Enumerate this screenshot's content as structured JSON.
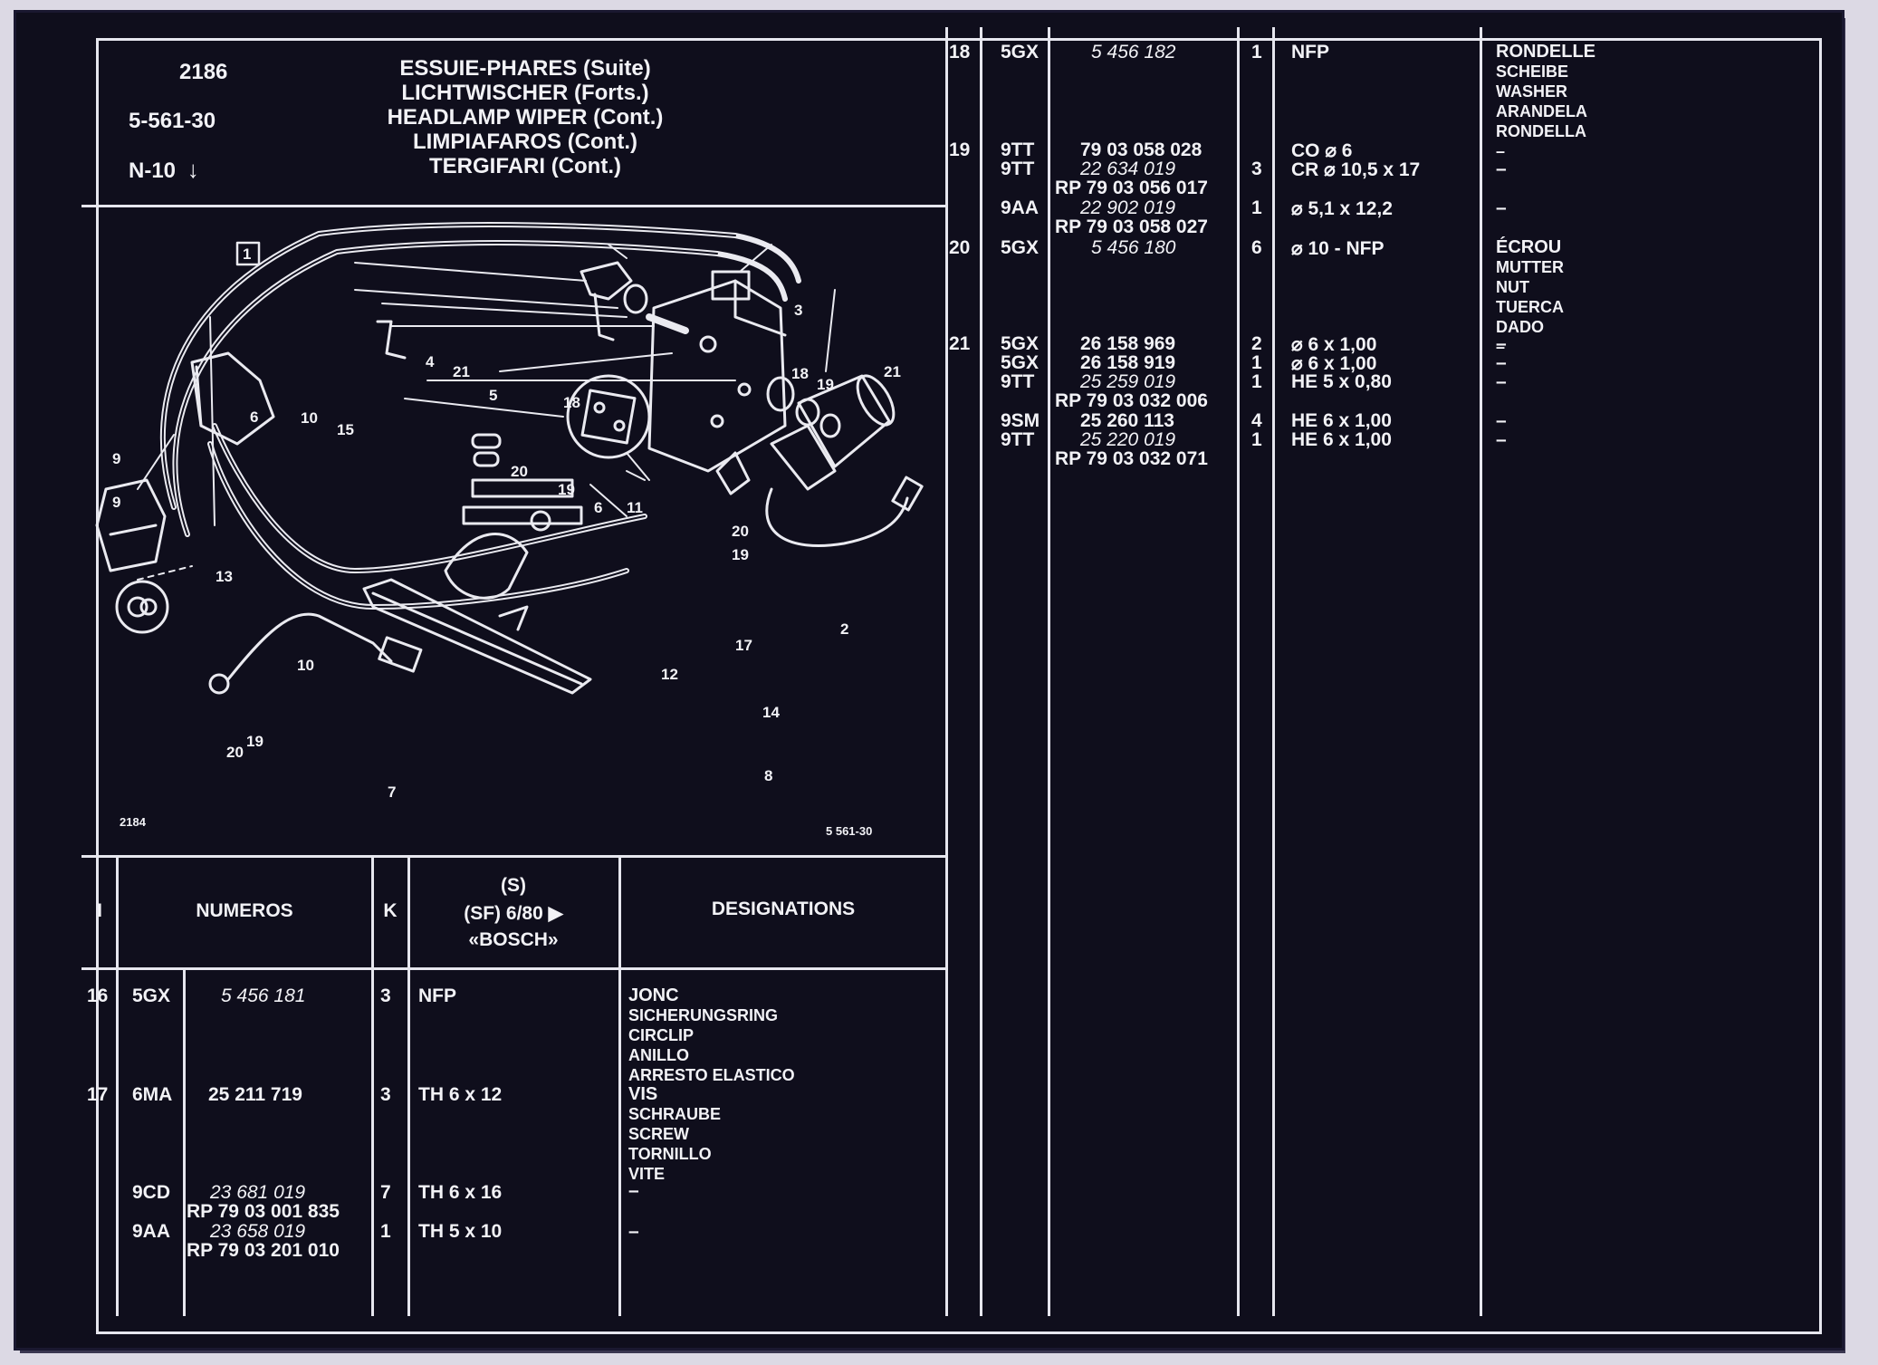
{
  "header": {
    "plate_no": "2186",
    "ref": "5-561-30",
    "nav": "N-10",
    "title_lines": [
      "ESSUIE-PHARES (Suite)",
      "LICHTWISCHER (Forts.)",
      "HEADLAMP WIPER (Cont.)",
      "LIMPIAFAROS (Cont.)",
      "TERGIFARI (Cont.)"
    ]
  },
  "diagram": {
    "labels": [
      "1",
      "2",
      "3",
      "4",
      "5",
      "6",
      "6",
      "7",
      "8",
      "9",
      "9",
      "10",
      "10",
      "11",
      "12",
      "13",
      "14",
      "15",
      "17",
      "18",
      "18",
      "19",
      "19",
      "19",
      "19",
      "20",
      "20",
      "20",
      "21",
      "21"
    ],
    "code_left": "2184",
    "code_right": "5 561-30"
  },
  "table_header": {
    "col_i": "I",
    "col_numeros": "NUMEROS",
    "col_k": "K",
    "col_s_line1": "(S)",
    "col_s_line2": "(SF) 6/80 ▶",
    "col_s_line3": "«BOSCH»",
    "col_designations": "DESIGNATIONS"
  },
  "left_rows": [
    {
      "item": "16",
      "code": "5GX",
      "num": "5 456 181",
      "rp": "",
      "k": "3",
      "spec": "NFP",
      "desc": [
        "JONC",
        "SICHERUNGSRING",
        "CIRCLIP",
        "ANILLO",
        "ARRESTO ELASTICO"
      ]
    },
    {
      "item": "17",
      "code": "6MA",
      "num": "25 211 719",
      "rp": "",
      "k": "3",
      "spec": "TH 6 x 12",
      "desc": [
        "VIS",
        "SCHRAUBE",
        "SCREW",
        "TORNILLO",
        "VITE"
      ]
    },
    {
      "item": "",
      "code": "9CD",
      "num": "23 681 019",
      "rp": "RP 79 03 001 835",
      "k": "7",
      "spec": "TH 6 x 16",
      "desc": [
        "–"
      ]
    },
    {
      "item": "",
      "code": "9AA",
      "num": "23 658 019",
      "rp": "RP 79 03 201 010",
      "k": "1",
      "spec": "TH 5 x 10",
      "desc": [
        "–"
      ]
    }
  ],
  "right_rows": [
    {
      "item": "18",
      "code": "5GX",
      "num": "5 456 182",
      "rp": "",
      "k": "1",
      "spec": "NFP",
      "desc": [
        "RONDELLE",
        "SCHEIBE",
        "WASHER",
        "ARANDELA",
        "RONDELLA",
        "–"
      ]
    },
    {
      "item": "19",
      "code": "9TT",
      "num": "79 03 058 028",
      "rp": "",
      "k": "",
      "spec": "CO ⌀ 6",
      "desc": []
    },
    {
      "item": "",
      "code": "9TT",
      "num": "22 634 019",
      "rp": "RP 79 03 056 017",
      "k": "3",
      "spec": "CR ⌀ 10,5 x 17",
      "desc": [
        "–"
      ]
    },
    {
      "item": "",
      "code": "9AA",
      "num": "22 902 019",
      "rp": "RP 79 03 058 027",
      "k": "1",
      "spec": "⌀ 5,1 x 12,2",
      "desc": [
        "–"
      ]
    },
    {
      "item": "20",
      "code": "5GX",
      "num": "5 456 180",
      "rp": "",
      "k": "6",
      "spec": "⌀ 10 - NFP",
      "desc": [
        "ÉCROU",
        "MUTTER",
        "NUT",
        "TUERCA",
        "DADO",
        "–"
      ]
    },
    {
      "item": "21",
      "code": "5GX",
      "num": "26 158 969",
      "rp": "",
      "k": "2",
      "spec": "⌀ 6 x 1,00",
      "desc": [
        "–"
      ]
    },
    {
      "item": "",
      "code": "5GX",
      "num": "26 158 919",
      "rp": "",
      "k": "1",
      "spec": "⌀ 6 x 1,00",
      "desc": [
        "–"
      ]
    },
    {
      "item": "",
      "code": "9TT",
      "num": "25 259 019",
      "rp": "RP 79 03 032 006",
      "k": "1",
      "spec": "HE 5 x 0,80",
      "desc": [
        "–"
      ]
    },
    {
      "item": "",
      "code": "9SM",
      "num": "25 260 113",
      "rp": "",
      "k": "4",
      "spec": "HE 6 x 1,00",
      "desc": [
        "–"
      ]
    },
    {
      "item": "",
      "code": "9TT",
      "num": "25 220 019",
      "rp": "RP 79 03 032 071",
      "k": "1",
      "spec": "HE 6 x 1,00",
      "desc": [
        "–"
      ]
    }
  ],
  "colors": {
    "background": "#0f0e1c",
    "ink": "#f2f2f6",
    "paper_edge": "#dcd9e4"
  }
}
